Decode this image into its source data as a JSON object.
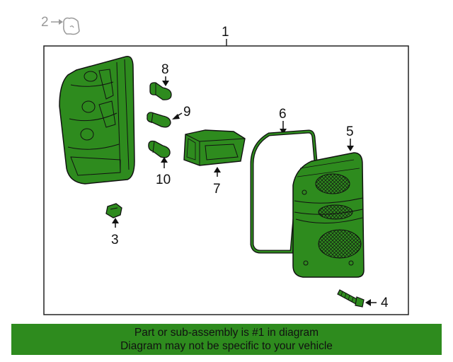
{
  "diagram": {
    "callouts": {
      "c1": "1",
      "c2": "2",
      "c3": "3",
      "c4": "4",
      "c5": "5",
      "c6": "6",
      "c7": "7",
      "c8": "8",
      "c9": "9",
      "c10": "10"
    },
    "colors": {
      "part_fill": "#2e8b1e",
      "outline": "#111111",
      "frame": "#222222",
      "muted": "#9a9a9a"
    }
  },
  "footer": {
    "line1": "Part or sub-assembly is #1 in diagram",
    "line2": "Diagram may not be specific to your vehicle"
  }
}
